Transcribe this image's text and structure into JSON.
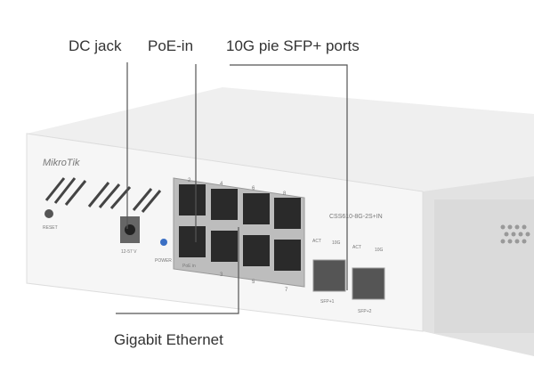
{
  "callouts": {
    "dc_jack": "DC jack",
    "poe_in": "PoE-in",
    "sfp_ports": "10G pie SFP+ ports",
    "gigabit": "Gigabit Ethernet"
  },
  "device": {
    "brand": "MikroTik",
    "model": "CSS610-8G-2S+IN",
    "reset": "RESET",
    "voltage": "12-57 V",
    "power": "POWER",
    "poe_label": "PoE in",
    "top_ports": [
      "2",
      "4",
      "6",
      "8"
    ],
    "bottom_ports": [
      "",
      "3",
      "5",
      "7"
    ],
    "act": "ACT",
    "tenG": "10G",
    "sfp1": "SFP+1",
    "sfp2": "SFP+2"
  }
}
